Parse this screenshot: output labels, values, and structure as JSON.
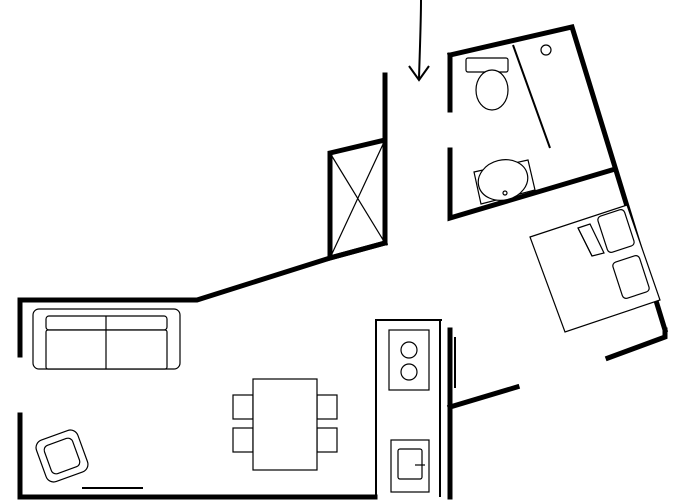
{
  "plan": {
    "kind": "studio-apartment-floor-plan",
    "colors": {
      "wall": "#000000",
      "background": "#ffffff",
      "fixture_fill": "#ffffff"
    },
    "rooms": [
      "living-area",
      "dining-area",
      "kitchenette",
      "bathroom",
      "sleeping-area",
      "closet"
    ],
    "furniture": [
      "sofa",
      "dining-table",
      "dining-chair",
      "dining-chair",
      "dining-chair",
      "dining-chair",
      "armchair",
      "bed",
      "pillow",
      "pillow"
    ],
    "fixtures": [
      "toilet",
      "bathroom-sink",
      "shower",
      "cooktop",
      "kitchen-sink"
    ],
    "entry": {
      "marker": "entry-arrow-icon"
    }
  }
}
